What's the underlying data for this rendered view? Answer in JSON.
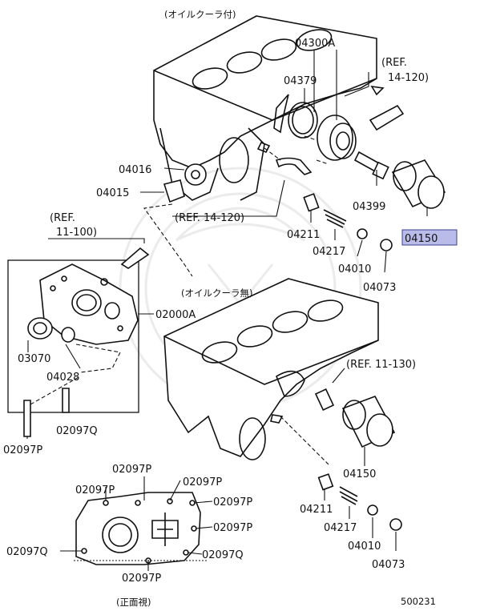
{
  "captions": {
    "with_cooler": "(オイルクーラ付)",
    "without_cooler": "(オイルクーラ無)",
    "front_view": "(正面視)",
    "ref_14_120_a": "(REF.",
    "ref_14_120_b": "14-120)",
    "ref_14_120_inline": "(REF. 14-120)",
    "ref_11_100_a": "(REF.",
    "ref_11_100_b": "11-100)",
    "ref_11_130": "(REF. 11-130)"
  },
  "labels": {
    "p04300A": "04300A",
    "p04379": "04379",
    "p04016": "04016",
    "p04015": "04015",
    "p04399": "04399",
    "p04150_top": "04150",
    "p04211_top": "04211",
    "p04217_top": "04217",
    "p04010_top": "04010",
    "p04073_top": "04073",
    "p02000A": "02000A",
    "p03070": "03070",
    "p04028": "04028",
    "p02097Q_a": "02097Q",
    "p02097P_a": "02097P",
    "p04150_bot": "04150",
    "p04211_bot": "04211",
    "p04217_bot": "04217",
    "p04010_bot": "04010",
    "p04073_bot": "04073",
    "fv_02097P_1": "02097P",
    "fv_02097P_2": "02097P",
    "fv_02097P_3": "02097P",
    "fv_02097P_4": "02097P",
    "fv_02097P_5": "02097P",
    "fv_02097Q_1": "02097Q",
    "fv_02097Q_2": "02097Q",
    "fv_02097P_6": "02097P"
  },
  "diagram_id": "500231",
  "highlight_color": "#b9bce8"
}
